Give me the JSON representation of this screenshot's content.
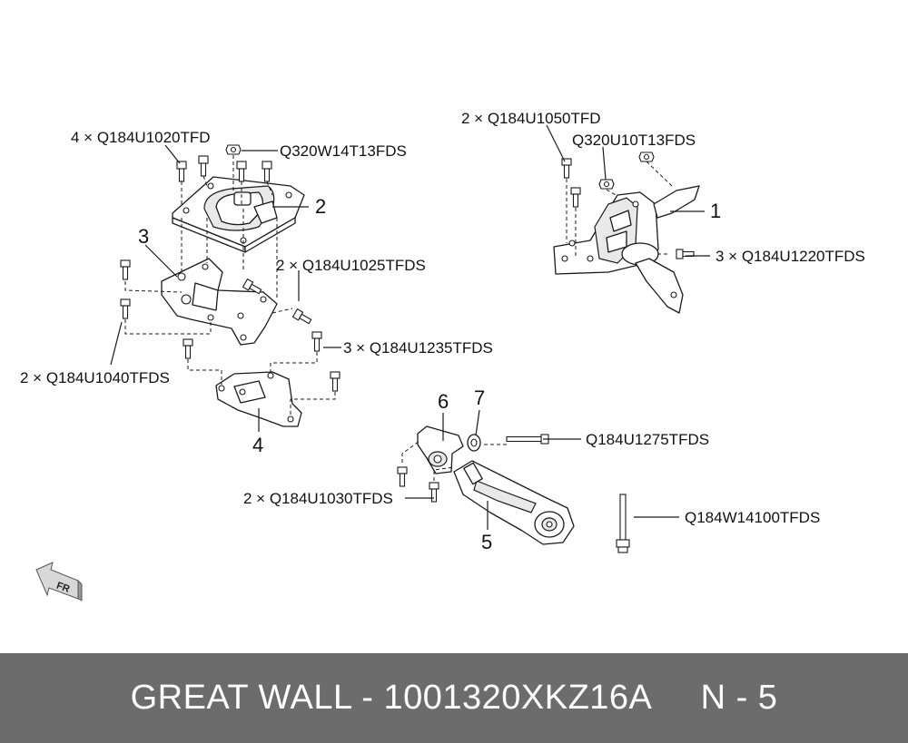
{
  "labels": {
    "part1_bolts_count": "4 × Q184U1020TFD",
    "part2_nut": "Q320W14T13FDS",
    "part3_bolts_2": "2 × Q184U1025TFDS",
    "part3_bolts_left": "2 × Q184U1040TFDS",
    "part4_bolts": "3 × Q184U1235TFDS",
    "mount1_bolts": "2 × Q184U1050TFD",
    "mount1_nut": "Q320U10T13FDS",
    "mount1_side_bolts": "3 × Q184U1220TFDS",
    "rod_bolt": "Q184U1275TFDS",
    "rod_bolts_2": "2 × Q184U1030TFDS",
    "long_bolt": "Q184W14100TFDS"
  },
  "part_numbers": {
    "p1": "1",
    "p2": "2",
    "p3": "3",
    "p4": "4",
    "p5": "5",
    "p6": "6",
    "p7": "7"
  },
  "direction": {
    "fr": "FR"
  },
  "footer": {
    "text": "GREAT WALL - 1001320XKZ16A     N - 5"
  }
}
